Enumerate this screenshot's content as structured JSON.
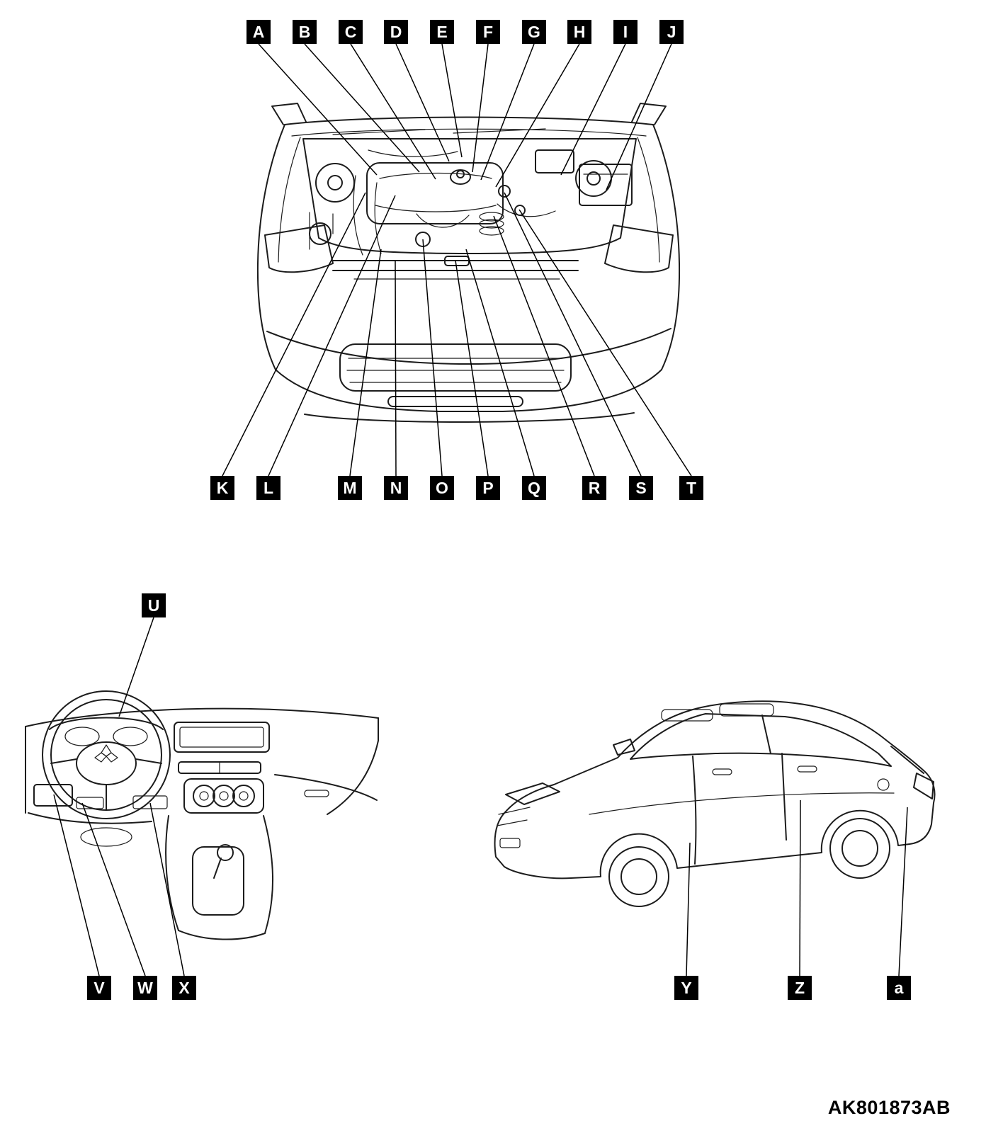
{
  "figure_code": "AK801873AB",
  "callouts": {
    "engine_top": [
      "A",
      "B",
      "C",
      "D",
      "E",
      "F",
      "G",
      "H",
      "I",
      "J"
    ],
    "engine_bottom": [
      "K",
      "L",
      "M",
      "N",
      "O",
      "P",
      "Q",
      "R",
      "S",
      "T"
    ],
    "dashboard": [
      "U",
      "V",
      "W",
      "X"
    ],
    "body": [
      "Y",
      "Z",
      "a"
    ]
  },
  "colors": {
    "label_background": "#000000",
    "label_text": "#ffffff",
    "line_art": "#1c1c1c",
    "page_background": "#ffffff"
  }
}
